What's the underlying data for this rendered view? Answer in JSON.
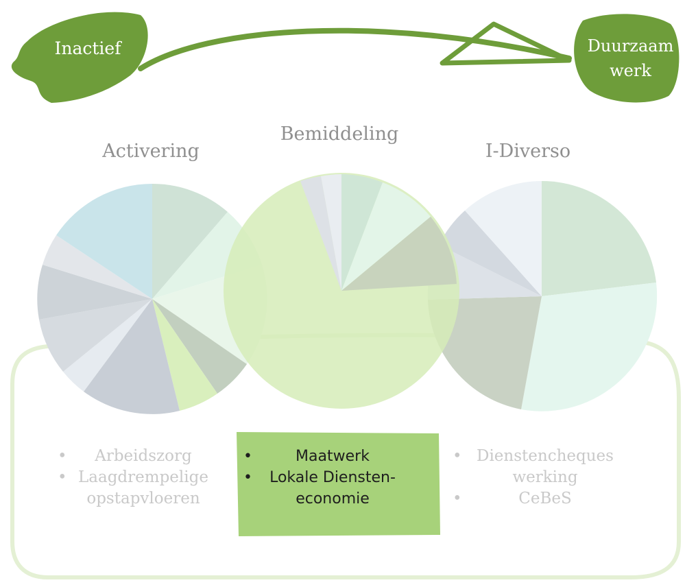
{
  "arrow": {
    "start_label": "Inactief",
    "end_label_line1": "Duurzaam",
    "end_label_line2": "werk",
    "color": "#6e9d3a"
  },
  "columns": {
    "left_title": "Activering",
    "center_title": "Bemiddeling",
    "right_title": "I-Diverso"
  },
  "lists": {
    "left": [
      "Arbeidszorg",
      "Laagdrempelige",
      "opstapvloeren"
    ],
    "center": [
      "Maatwerk",
      "Lokale Diensten-",
      "economie"
    ],
    "right": [
      "Dienstencheques",
      "werking",
      "CeBeS"
    ]
  },
  "colors": {
    "highlight_box": "#a7d27a",
    "frame": "#e4f0d4",
    "center_circle": "#d6ecb8",
    "muted_text": "#c9c9c9",
    "title_text": "#8f8f8f"
  }
}
